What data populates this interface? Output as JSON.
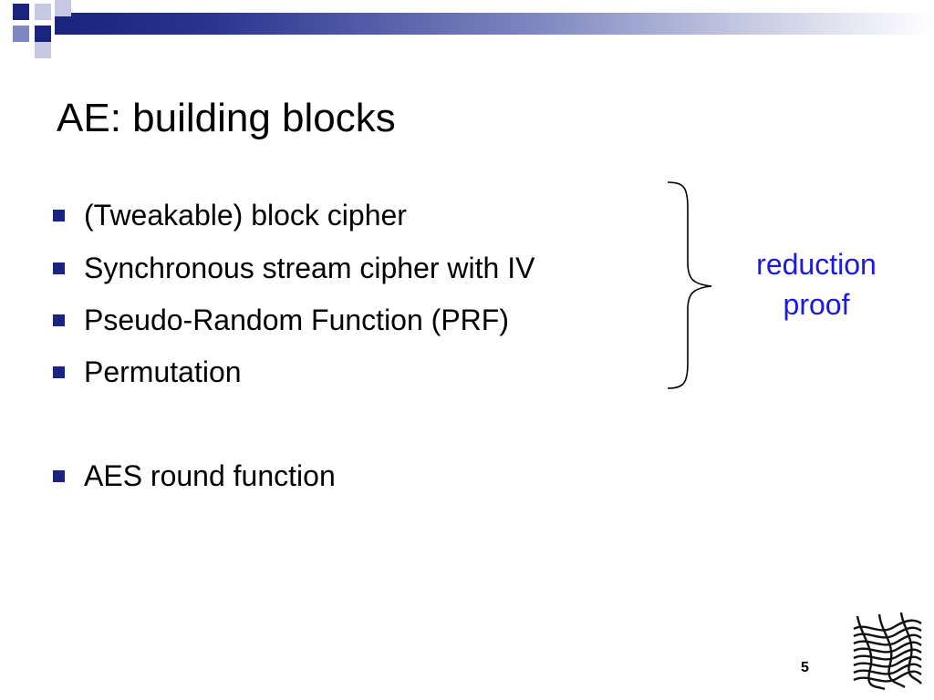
{
  "slide": {
    "title": "AE: building blocks",
    "bullets": [
      {
        "text": "(Tweakable) block cipher"
      },
      {
        "text": "Synchronous stream cipher with IV"
      },
      {
        "text": "Pseudo-Random Function (PRF)"
      },
      {
        "text": "Permutation"
      },
      {
        "text": "AES round function"
      }
    ],
    "brace_note": {
      "line1": "reduction",
      "line2": "proof"
    },
    "page_number": "5"
  },
  "colors": {
    "accent_navy": "#1a237e",
    "note_blue": "#1a1ae0",
    "band_light": "#c5c9e3"
  },
  "icons": {
    "bullet": "square-bullet-icon",
    "brace": "curly-brace-icon",
    "logo": "swirl-logo-icon"
  }
}
